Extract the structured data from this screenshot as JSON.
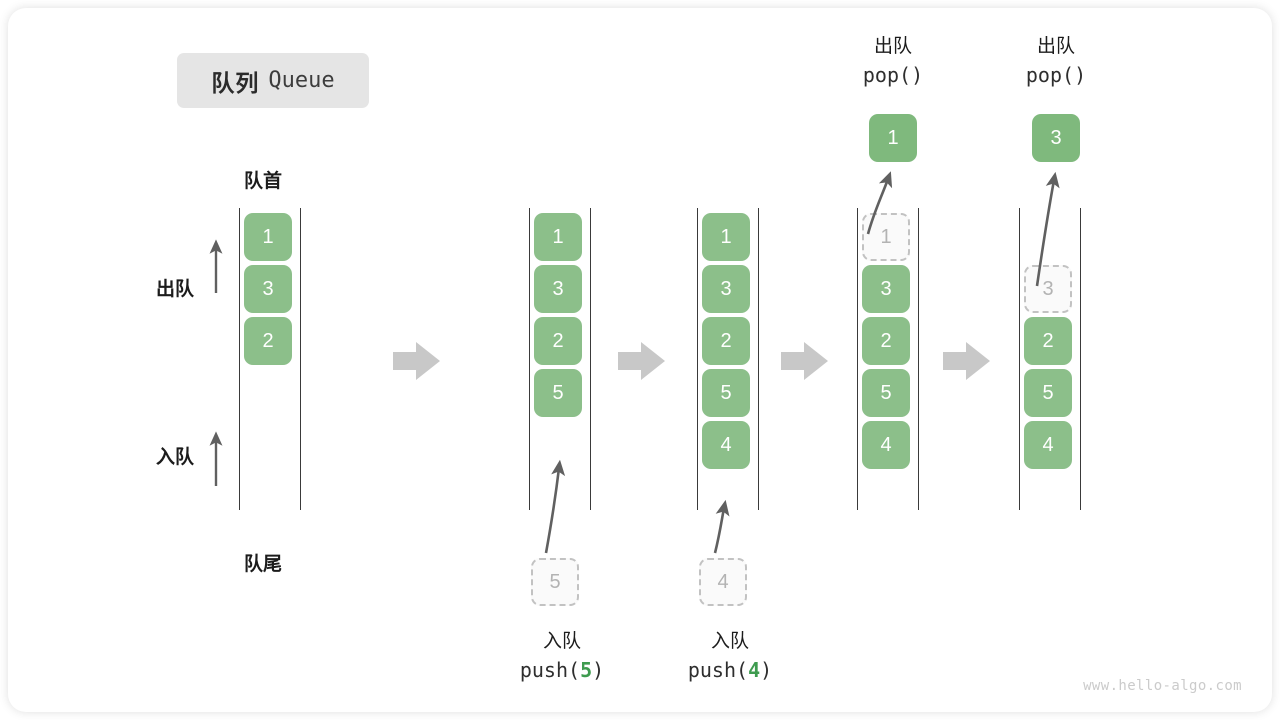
{
  "title": {
    "cn": "队列",
    "en": "Queue"
  },
  "labels": {
    "front": "队首",
    "rear": "队尾",
    "dequeue": "出队",
    "enqueue": "入队"
  },
  "watermark": "www.hello-algo.com",
  "colors": {
    "element_green": "#8cbf8a",
    "floating_green": "#7fb97d",
    "ghost_border": "#c2c2c2",
    "ghost_fill": "#fafafa",
    "ghost_text": "#b3b3b3",
    "rail": "#3a3a3a",
    "arrow": "#606060",
    "step_arrow": "#c8c8c8",
    "badge_bg": "#e5e5e5",
    "text": "#1c1c1c",
    "code_accent": "#3e9b4f",
    "watermark": "#cbcbcb"
  },
  "stages": [
    {
      "id": "stage-initial",
      "elements": [
        "1",
        "3",
        "2"
      ],
      "ghost": null,
      "floating": null,
      "caption": null
    },
    {
      "id": "stage-push-5",
      "elements": [
        "1",
        "3",
        "2",
        "5"
      ],
      "ghost": {
        "value": "5",
        "position": "below"
      },
      "floating": null,
      "caption": {
        "cn": "入队",
        "code_prefix": "push(",
        "code_value": "5",
        "code_suffix": ")"
      }
    },
    {
      "id": "stage-push-4",
      "elements": [
        "1",
        "3",
        "2",
        "5",
        "4"
      ],
      "ghost": {
        "value": "4",
        "position": "below"
      },
      "floating": null,
      "caption": {
        "cn": "入队",
        "code_prefix": "push(",
        "code_value": "4",
        "code_suffix": ")"
      }
    },
    {
      "id": "stage-pop-1",
      "elements": [
        "3",
        "2",
        "5",
        "4"
      ],
      "ghost": {
        "value": "1",
        "position": "row0"
      },
      "floating": {
        "value": "1"
      },
      "caption": {
        "cn": "出队",
        "code_prefix": "pop(",
        "code_value": "",
        "code_suffix": ")"
      }
    },
    {
      "id": "stage-pop-3",
      "elements": [
        "2",
        "5",
        "4"
      ],
      "ghost": {
        "value": "3",
        "position": "row1"
      },
      "floating": {
        "value": "3"
      },
      "caption": {
        "cn": "出队",
        "code_prefix": "pop(",
        "code_value": "",
        "code_suffix": ")"
      }
    }
  ]
}
